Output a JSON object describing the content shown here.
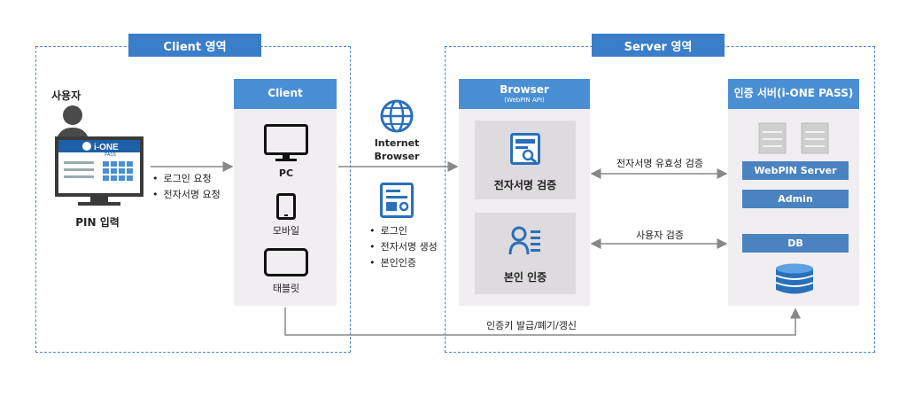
{
  "regions": {
    "client_tag": "Client 영역",
    "server_tag": "Server 영역"
  },
  "user": {
    "title": "사용자",
    "pin_label": "PIN 입력",
    "screen_logo_main": "i-ONE",
    "screen_logo_sub": "PASS"
  },
  "user_actions": [
    "로그인 요청",
    "전자서명 요청"
  ],
  "client_panel": {
    "title": "Client",
    "devices": [
      "PC",
      "모바일",
      "태블릿"
    ]
  },
  "internet": {
    "label_line1": "Internet",
    "label_line2": "Browser",
    "items": [
      "로그인",
      "전자서명 생성",
      "본인인증"
    ]
  },
  "browser_panel": {
    "title": "Browser",
    "subtitle": "(WebPIN API)",
    "card1": "전자서명 검증",
    "card2": "본인 인증"
  },
  "links": {
    "sig_verify": "전자서명 유효성 검증",
    "user_verify": "사용자 검증",
    "key_issue": "인증키 발급/폐기/갱신"
  },
  "server_panel": {
    "title": "인증 서버(i-ONE PASS)",
    "buttons": [
      "WebPIN Server",
      "Admin",
      "DB"
    ]
  },
  "colors": {
    "accent": "#3a7dc9",
    "panel_head": "#4a8fd4",
    "panel_bg": "#f0eef0",
    "card_bg": "#dddbdd",
    "arrow": "#888888"
  }
}
